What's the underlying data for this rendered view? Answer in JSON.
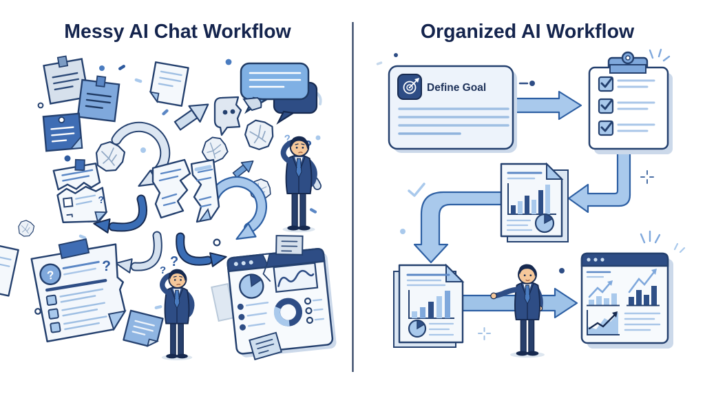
{
  "left_panel": {
    "title": "Messy AI Chat Workflow",
    "question_mark": "?",
    "icons": [
      "sticky-note-icon",
      "pinned-note-icon",
      "chat-bubble-icon",
      "torn-chat-bubble-icon",
      "crumpled-paper-icon",
      "spiral-arrow-icon",
      "curved-arrow-icon",
      "torn-document-icon",
      "torn-note-icon",
      "torn-checklist-icon",
      "broken-dashboard-icon",
      "confused-businessman-icon",
      "pie-chart-icon",
      "wave-chart-icon",
      "donut-chart-icon",
      "confetti-icon"
    ]
  },
  "right_panel": {
    "title": "Organized AI Workflow",
    "define_goal_label": "Define Goal",
    "icons": [
      "target-icon",
      "define-goal-card",
      "flow-arrow-icon",
      "checklist-clipboard-icon",
      "checkbox-checked-icon",
      "report-document-icon",
      "analysis-document-icon",
      "bar-chart-icon",
      "pie-chart-icon",
      "presenting-businessman-icon",
      "results-dashboard-icon",
      "trend-arrow-icon",
      "area-chart-icon",
      "sparkle-icon",
      "crosshair-icon",
      "checkmark-icon",
      "dash-dot-icon"
    ]
  },
  "colors": {
    "background": "#ffffff",
    "title_text": "#14244d",
    "outline_navy": "#24406e",
    "deep_navy": "#16294f",
    "panel_blue": "#2e4d85",
    "mid_blue": "#4a7cc0",
    "accent_blue": "#3a6db5",
    "light_blue": "#a9c9ec",
    "pale_blue": "#dce6f2",
    "paper": "#f4f8fc",
    "skin": "#f6c89a",
    "divider": "#2a3c5e"
  }
}
